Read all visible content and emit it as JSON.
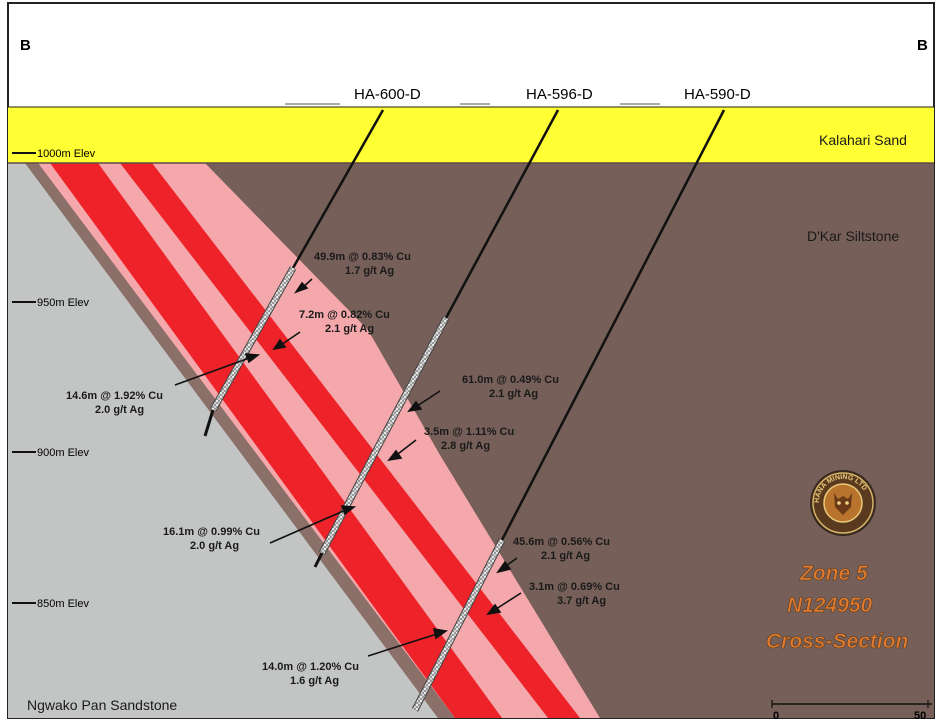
{
  "section": {
    "left_letter": "B",
    "right_letter": "B"
  },
  "drill_holes": [
    {
      "name": "HA-600-D"
    },
    {
      "name": "HA-596-D"
    },
    {
      "name": "HA-590-D"
    }
  ],
  "elevations": [
    {
      "label": "1000m Elev"
    },
    {
      "label": "950m Elev"
    },
    {
      "label": "900m Elev"
    },
    {
      "label": "850m Elev"
    }
  ],
  "units": {
    "kalahari": "Kalahari Sand",
    "dkar": "D'Kar Siltstone",
    "ngwako": "Ngwako Pan Sandstone"
  },
  "intercepts": [
    {
      "line1": "49.9m @ 0.83% Cu",
      "line2": "1.7 g/t Ag"
    },
    {
      "line1": "7.2m @ 0.82% Cu",
      "line2": "2.1 g/t Ag"
    },
    {
      "line1": "14.6m @ 1.92% Cu",
      "line2": "2.0 g/t Ag"
    },
    {
      "line1": "61.0m @ 0.49% Cu",
      "line2": "2.1 g/t Ag"
    },
    {
      "line1": "3.5m @ 1.11% Cu",
      "line2": "2.8 g/t Ag"
    },
    {
      "line1": "16.1m @ 0.99% Cu",
      "line2": "2.0 g/t Ag"
    },
    {
      "line1": "45.6m @ 0.56% Cu",
      "line2": "2.1 g/t Ag"
    },
    {
      "line1": "3.1m @ 0.69% Cu",
      "line2": "3.7 g/t Ag"
    },
    {
      "line1": "14.0m @ 1.20% Cu",
      "line2": "1.6 g/t Ag"
    }
  ],
  "title": {
    "line1": "Zone 5",
    "line2": "N124950",
    "line3": "Cross-Section"
  },
  "scale_bar": {
    "start": "0",
    "end": "50"
  },
  "logo": {
    "text": "HANA MINING LTD"
  },
  "colors": {
    "kalahari": "#ffff33",
    "dkar": "#765f58",
    "ngwako": "#c3c5c5",
    "halo": "#f4a8ab",
    "ore": "#ee2229",
    "contact": "#8a7068",
    "title": "#e07a2e"
  }
}
